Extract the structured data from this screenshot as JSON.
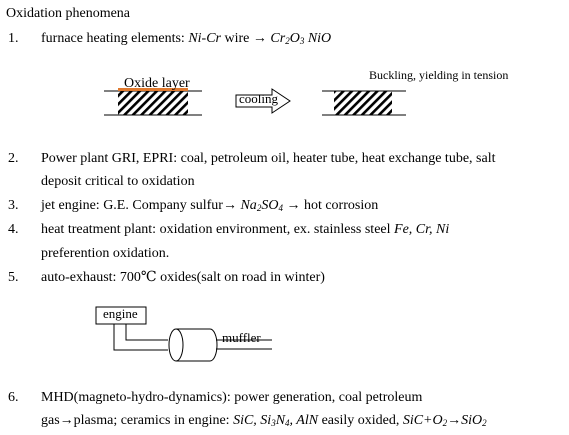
{
  "title": "Oxidation phenomena",
  "items": [
    {
      "num": "1.",
      "pre": "furnace heating elements: ",
      "alloy": "Ni-Cr",
      "mid": " wire ",
      "arrow": "→",
      "p1": "Cr",
      "p1s": "2",
      "p2": "O",
      "p2s": "3",
      "p3": " NiO"
    },
    {
      "num": "2.",
      "line1": "Power plant GRI, EPRI: coal, petroleum oil, heater tube, heat exchange tube, salt",
      "line2": "deposit critical to oxidation"
    },
    {
      "num": "3.",
      "pre": "jet engine: G.E. Company sulfur",
      "arrow1": "→",
      "f1": " Na",
      "f1s": "2",
      "f2": "SO",
      "f2s": "4",
      "arrow2": " → ",
      "post": "hot corrosion"
    },
    {
      "num": "4.",
      "pre": "heat treatment plant: oxidation environment, ex. stainless steel ",
      "elems": "Fe, Cr, Ni",
      "line2": "preferention oxidation."
    },
    {
      "num": "5.",
      "text": "auto-exhaust: 700℃ oxides(salt on road in winter)"
    },
    {
      "num": "6.",
      "line1": "MHD(magneto-hydro-dynamics): power generation, coal petroleum",
      "l2a": "gas",
      "l2arrow": "→",
      "l2b": "plasma; ceramics in engine: ",
      "c1": "SiC, Si",
      "c1s": "3",
      "c2": "N",
      "c2s": "4",
      "c3": ", AlN",
      "l2c": " easily oxided, ",
      "r1": "SiC+O",
      "r1s": "2",
      "r2": "→",
      "r3": "SiO",
      "r3s": "2"
    }
  ],
  "diagram1": {
    "oxide_label": "Oxide layer",
    "cooling_label": "cooling",
    "buckling_label": "Buckling, yielding in tension",
    "oxide_color": "#e07a2f"
  },
  "diagram2": {
    "engine_label": "engine",
    "muffler_label": "muffler"
  }
}
